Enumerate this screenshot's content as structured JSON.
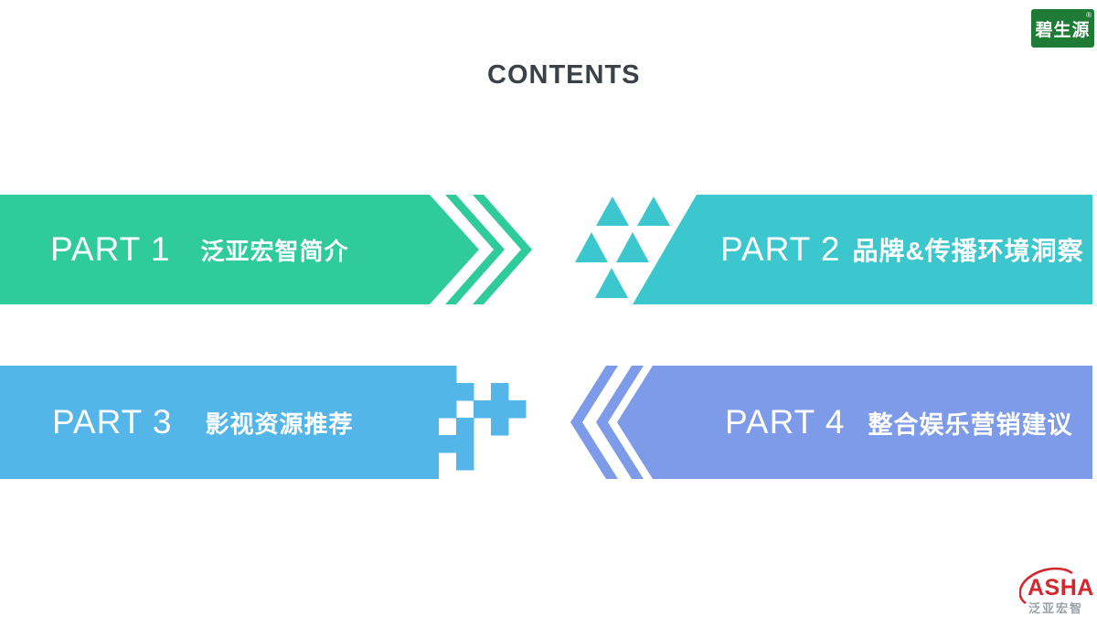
{
  "title": "CONTENTS",
  "brand_logo": {
    "name": "碧生源",
    "registered": "®"
  },
  "parts": [
    {
      "label": "PART 1",
      "title": "泛亚宏智简介"
    },
    {
      "label": "PART 2",
      "title": "品牌&传播环境洞察"
    },
    {
      "label": "PART 3",
      "title": "影视资源推荐"
    },
    {
      "label": "PART 4",
      "title": "整合娱乐营销建议"
    }
  ],
  "footer_logo": {
    "brand": "ASHA",
    "company": "泛亚宏智"
  },
  "colors": {
    "part1": "#2FCB9B",
    "part2": "#3CC7CE",
    "part3": "#54B6E8",
    "part4": "#7E9BE9",
    "title_text": "#3C4148",
    "brand_green": "#1E7A35",
    "asha_red": "#D4272E"
  }
}
